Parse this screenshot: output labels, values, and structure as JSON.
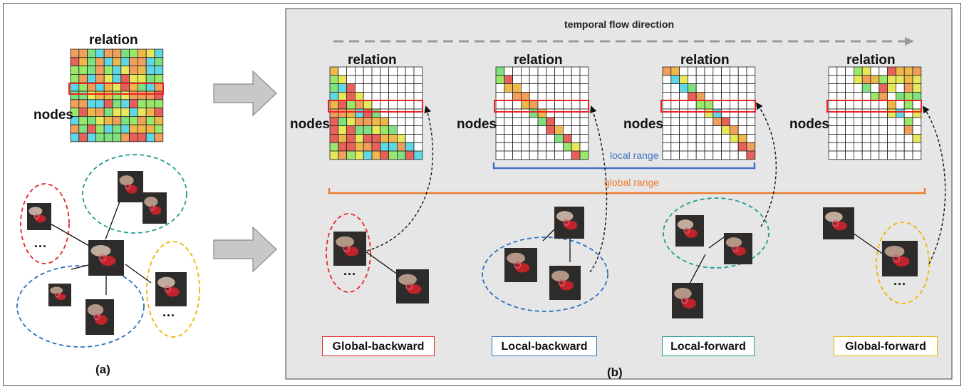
{
  "panel_a": {
    "caption": "(a)",
    "matrix_relation_label": "relation",
    "matrix_nodes_label": "nodes",
    "ellipsis_labels": [
      "...",
      "..."
    ]
  },
  "panel_b": {
    "caption": "(b)",
    "flow_label": "temporal flow direction",
    "local_range_label": "local range",
    "global_range_label": "global range",
    "matrices": [
      {
        "relation": "relation",
        "nodes": "nodes"
      },
      {
        "relation": "relation",
        "nodes": "nodes"
      },
      {
        "relation": "relation",
        "nodes": "nodes"
      },
      {
        "relation": "relation",
        "nodes": "nodes"
      }
    ],
    "ellipsis_labels": [
      "...",
      "..."
    ],
    "categories": [
      {
        "label": "Global-backward",
        "color": "#e8242a"
      },
      {
        "label": "Local-backward",
        "color": "#2e6fbf"
      },
      {
        "label": "Local-forward",
        "color": "#1f9e8f"
      },
      {
        "label": "Global-forward",
        "color": "#f0b400"
      }
    ]
  },
  "colors": {
    "red": "#e8242a",
    "blue": "#2e6fbf",
    "teal": "#1f9e8f",
    "yellow": "#f0b400",
    "orange": "#ef7d2d",
    "range_blue": "#4472c4",
    "panel_bg": "#e6e6e6"
  }
}
